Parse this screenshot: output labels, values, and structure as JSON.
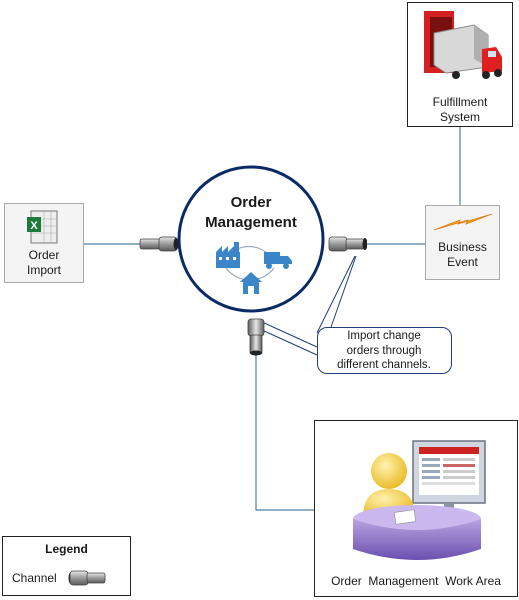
{
  "hub": {
    "line1": "Order",
    "line2": "Management"
  },
  "fulfillment": {
    "line1": "Fulfillment",
    "line2": "System",
    "icon": "truck-warehouse-icon"
  },
  "order_import": {
    "line1": "Order",
    "line2": "Import",
    "icon": "spreadsheet-icon"
  },
  "business_event": {
    "line1": "Business",
    "line2": "Event",
    "icon": "lightning-icon"
  },
  "work_area": {
    "label": "Order  Management  Work Area",
    "icon": "user-at-computer-icon"
  },
  "callout": {
    "line1": "Import  change",
    "line2": "orders  through",
    "line3": "different  channels."
  },
  "legend": {
    "title": "Legend",
    "channel_label": "Channel",
    "channel_icon": "pipe-connector-icon"
  },
  "colors": {
    "hub_border": "#0a2a66",
    "hub_icons": "#3a86c8",
    "callout_border": "#1f3f7a",
    "wire": "#4a7fa3"
  }
}
